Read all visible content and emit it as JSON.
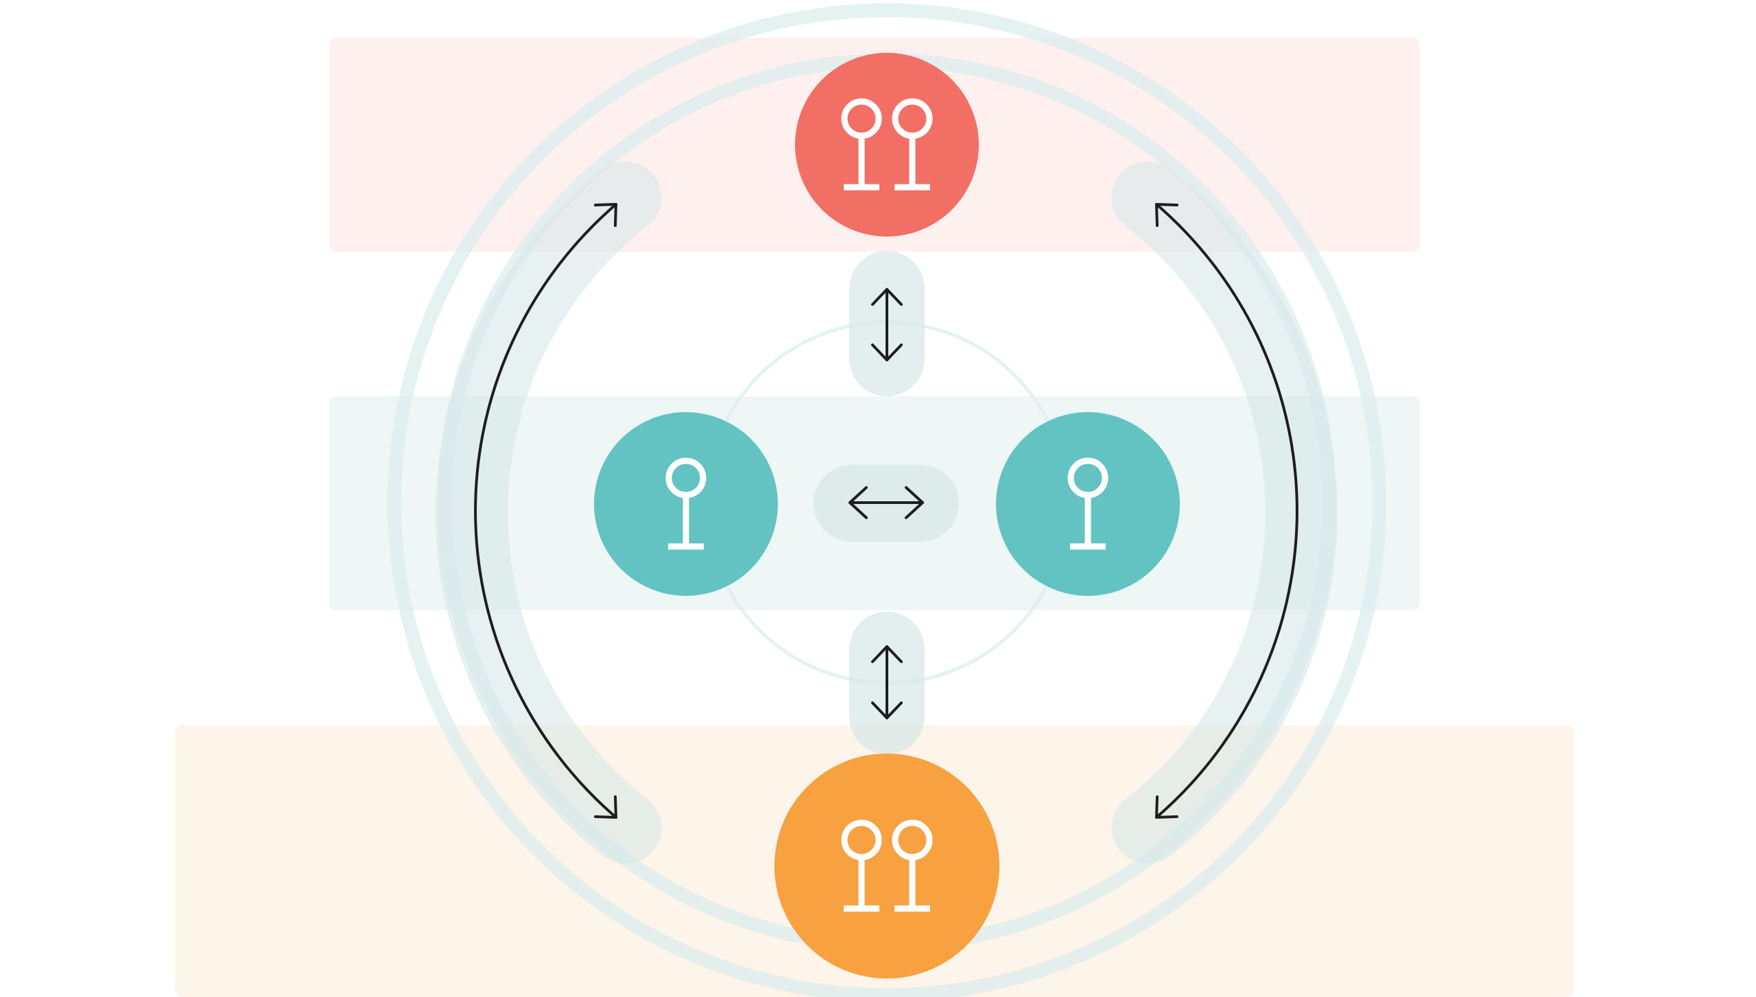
{
  "colors": {
    "top_band": "#fff0f0",
    "middle_band": "#eef6f6",
    "bottom_band": "#fdf4ea",
    "red_node": "#f26f66",
    "teal_node": "#62c3c2",
    "orange_node": "#f7a140",
    "ring": "#dbeeee",
    "track": "#d7e7e7",
    "arrow": "#1e1e1e",
    "icon": "#ffffff"
  },
  "nodes": [
    {
      "id": "top",
      "group": "red",
      "people": 2
    },
    {
      "id": "left",
      "group": "teal",
      "people": 1
    },
    {
      "id": "right",
      "group": "teal",
      "people": 1
    },
    {
      "id": "bottom",
      "group": "orange",
      "people": 2
    }
  ],
  "connections": [
    {
      "from": "top",
      "to": "left",
      "kind": "arc",
      "direction": "both"
    },
    {
      "from": "top",
      "to": "right",
      "kind": "arc",
      "direction": "both"
    },
    {
      "from": "top",
      "to": "center",
      "kind": "straight",
      "direction": "both"
    },
    {
      "from": "left",
      "to": "right",
      "kind": "straight",
      "direction": "both"
    },
    {
      "from": "center",
      "to": "bottom",
      "kind": "straight",
      "direction": "both"
    }
  ],
  "icons": {
    "person": "key-person-icon"
  }
}
